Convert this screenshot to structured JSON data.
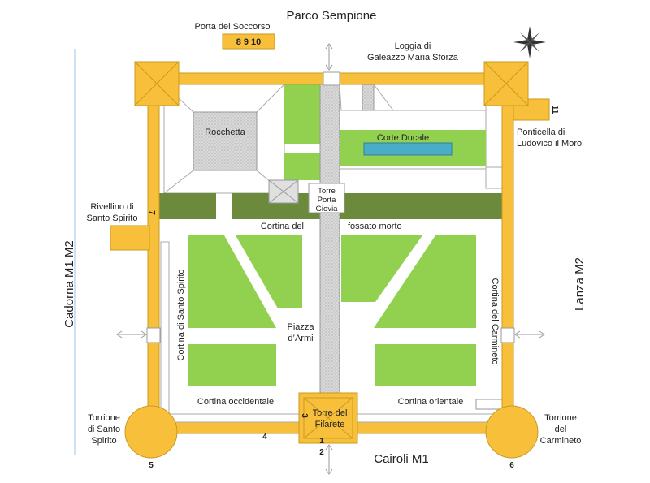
{
  "labels": {
    "north": "Parco Sempione",
    "south": "Cairoli M1",
    "west": "Cadorna M1 M2",
    "east": "Lanza M2",
    "porta_soccorso": "Porta del Soccorso",
    "porta_soccorso_numbers": "8 9 10",
    "loggia_line1": "Loggia di",
    "loggia_line2": "Galeazzo Maria Sforza",
    "rocchetta": "Rocchetta",
    "corte_ducale": "Corte Ducale",
    "ponticella_line1": "Ponticella di",
    "ponticella_line2": "Ludovico il Moro",
    "rivellino_line1": "Rivellino di",
    "rivellino_line2": "Santo Spirito",
    "torre_porta_giovia_line1": "Torre",
    "torre_porta_giovia_line2": "Porta",
    "torre_porta_giovia_line3": "Giovia",
    "cortina_fossato_left": "Cortina del",
    "cortina_fossato_right": "fossato morto",
    "cortina_santo_spirito": "Cortina di Santo Spirito",
    "cortina_carmineto": "Cortina del Carmineto",
    "piazza_armi_line1": "Piazza",
    "piazza_armi_line2": "d’Armi",
    "cortina_occidentale": "Cortina occidentale",
    "cortina_orientale": "Cortina orientale",
    "torre_filarete_line1": "Torre del",
    "torre_filarete_line2": "Filarete",
    "torrione_ss_line1": "Torrione",
    "torrione_ss_line2": "di Santo",
    "torrione_ss_line3": "Spirito",
    "torrione_carm_line1": "Torrione",
    "torrione_carm_line2": "del",
    "torrione_carm_line3": "Carmineto"
  },
  "markers": {
    "n1": "1",
    "n2": "2",
    "n3": "3",
    "n4": "4",
    "n5": "5",
    "n6": "6",
    "n7": "7",
    "n11": "11"
  },
  "colors": {
    "wall": "#f8c03a",
    "wall_edge": "#c99a20",
    "lawn": "#92d050",
    "moat": "#6b8a3c",
    "stone": "#d0d0d0",
    "water": "#4bacc6"
  }
}
